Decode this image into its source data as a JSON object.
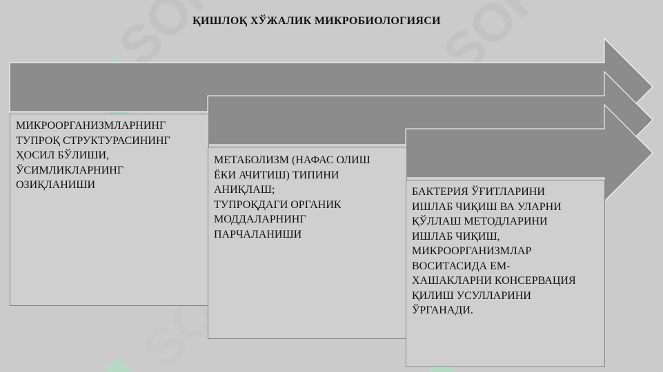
{
  "title": "ҚИШЛОҚ  ХЎЖАЛИК МИКРОБИОЛОГИЯСИ",
  "colors": {
    "background": "#cbcbcb",
    "arrow": "#8c8c8c",
    "arrow_outline": "#ffffff",
    "watermark": "#7fd6a0"
  },
  "watermark_text": "SOFF",
  "steps": [
    {
      "lines": [
        "МИКРООРГАНИЗМЛАРНИНГ",
        "ТУПРОҚ СТРУКТУРАСИНИНГ",
        "ҲОСИЛ БЎЛИШИ,",
        "ЎСИМЛИКЛАРНИНГ",
        "ОЗИҚЛАНИШИ"
      ]
    },
    {
      "lines": [
        "МЕТАБОЛИЗМ (НАФАС ОЛИШ",
        "ЁКИ АЧИТИШ) ТИПИНИ",
        "АНИҚЛАШ;",
        "ТУПРОҚДАГИ ОРГАНИК",
        "МОДДАЛАРНИНГ",
        "ПАРЧАЛАНИШИ"
      ]
    },
    {
      "lines": [
        "БАКТЕРИЯ ЎҒИТЛАРИНИ",
        "ИШЛАБ ЧИҚИШ ВА УЛАРНИ",
        "ҚЎЛЛАШ МЕТОДЛАРИНИ",
        "ИШЛАБ ЧИҚИШ,",
        "МИКРООРГАНИЗМЛАР",
        "ВОСИТАСИДА ЕМ-",
        "ХАШАКЛАРНИ КОНСЕРВАЦИЯ",
        "ҚИЛИШ УСУЛЛАРИНИ",
        "ЎРГАНАДИ."
      ]
    }
  ]
}
